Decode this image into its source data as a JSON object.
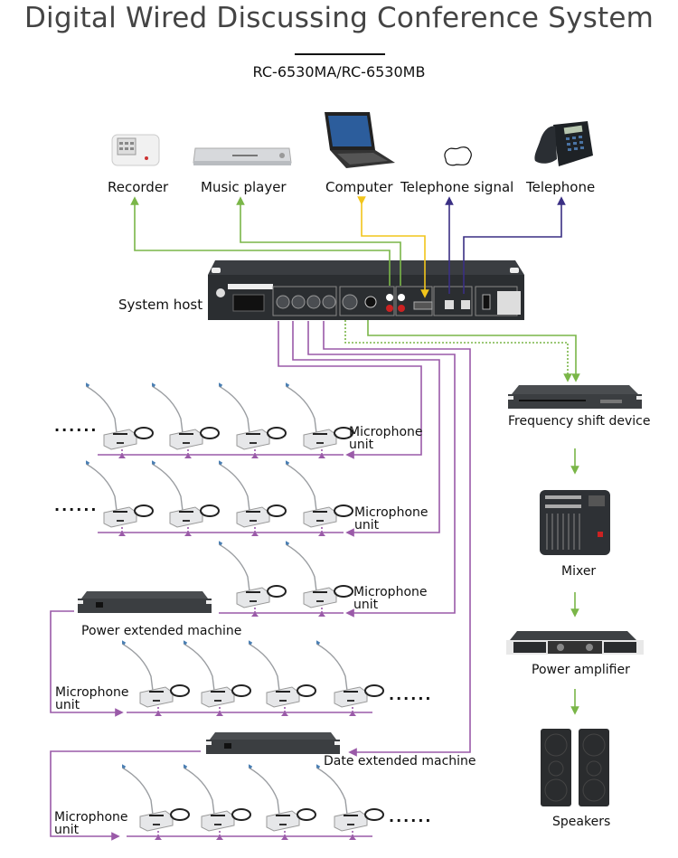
{
  "header": {
    "title": "Digital Wired Discussing Conference System",
    "model": "RC-6530MA/RC-6530MB"
  },
  "sources": [
    {
      "label": "Recorder",
      "icon": "recorder-icon"
    },
    {
      "label": "Music player",
      "icon": "dvd-player-icon"
    },
    {
      "label": "Computer",
      "icon": "laptop-icon"
    },
    {
      "label": "Telephone signal",
      "icon": "cloud-icon"
    },
    {
      "label": "Telephone",
      "icon": "telephone-icon"
    }
  ],
  "host": {
    "label": "System host"
  },
  "chain": {
    "frequency_shift": "Frequency shift device",
    "mixer": "Mixer",
    "amplifier": "Power amplifier",
    "speakers": "Speakers"
  },
  "rows": {
    "mic_label_line1": "Microphone",
    "mic_label_line2": "unit",
    "ellipsis": "......",
    "power_extended": "Power extended machine",
    "data_extended": "Date extended machine"
  },
  "colors": {
    "green": "#7ab648",
    "yellow": "#f2c51b",
    "navy": "#3a2f84",
    "purple": "#9a5aa8"
  }
}
